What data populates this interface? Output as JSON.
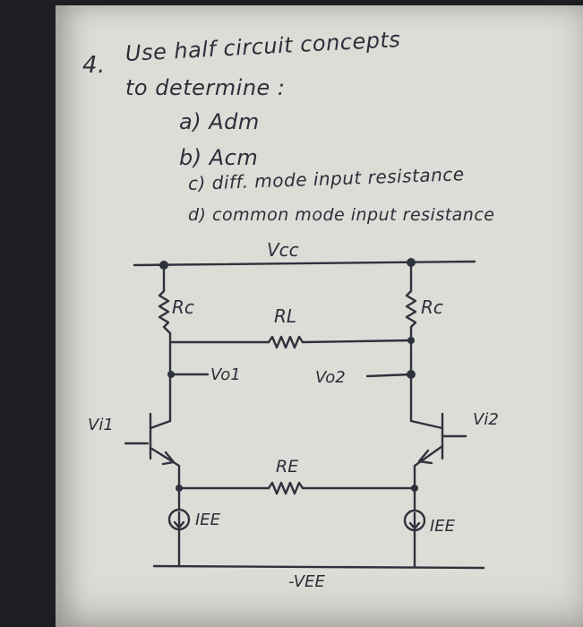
{
  "problem": {
    "number": "4.",
    "line1": "Use half circuit concepts",
    "line2": "to determine :",
    "items": [
      "a) Adm",
      "b) Acm",
      "c) diff. mode input resistance",
      "d) common mode input resistance"
    ]
  },
  "circuit": {
    "vcc": "Vcc",
    "rc_left": "Rc",
    "rc_right": "Rc",
    "rl": "RL",
    "vo1": "Vo1",
    "vo2": "Vo2",
    "vi1": "Vi1",
    "vi2": "Vi2",
    "re": "RE",
    "iee_left": "IEE",
    "iee_right": "IEE",
    "vee": "-VEE"
  },
  "colors": {
    "paper": "#dedcd7",
    "ink": "#2b2f3a",
    "background": "#1c1e22"
  }
}
